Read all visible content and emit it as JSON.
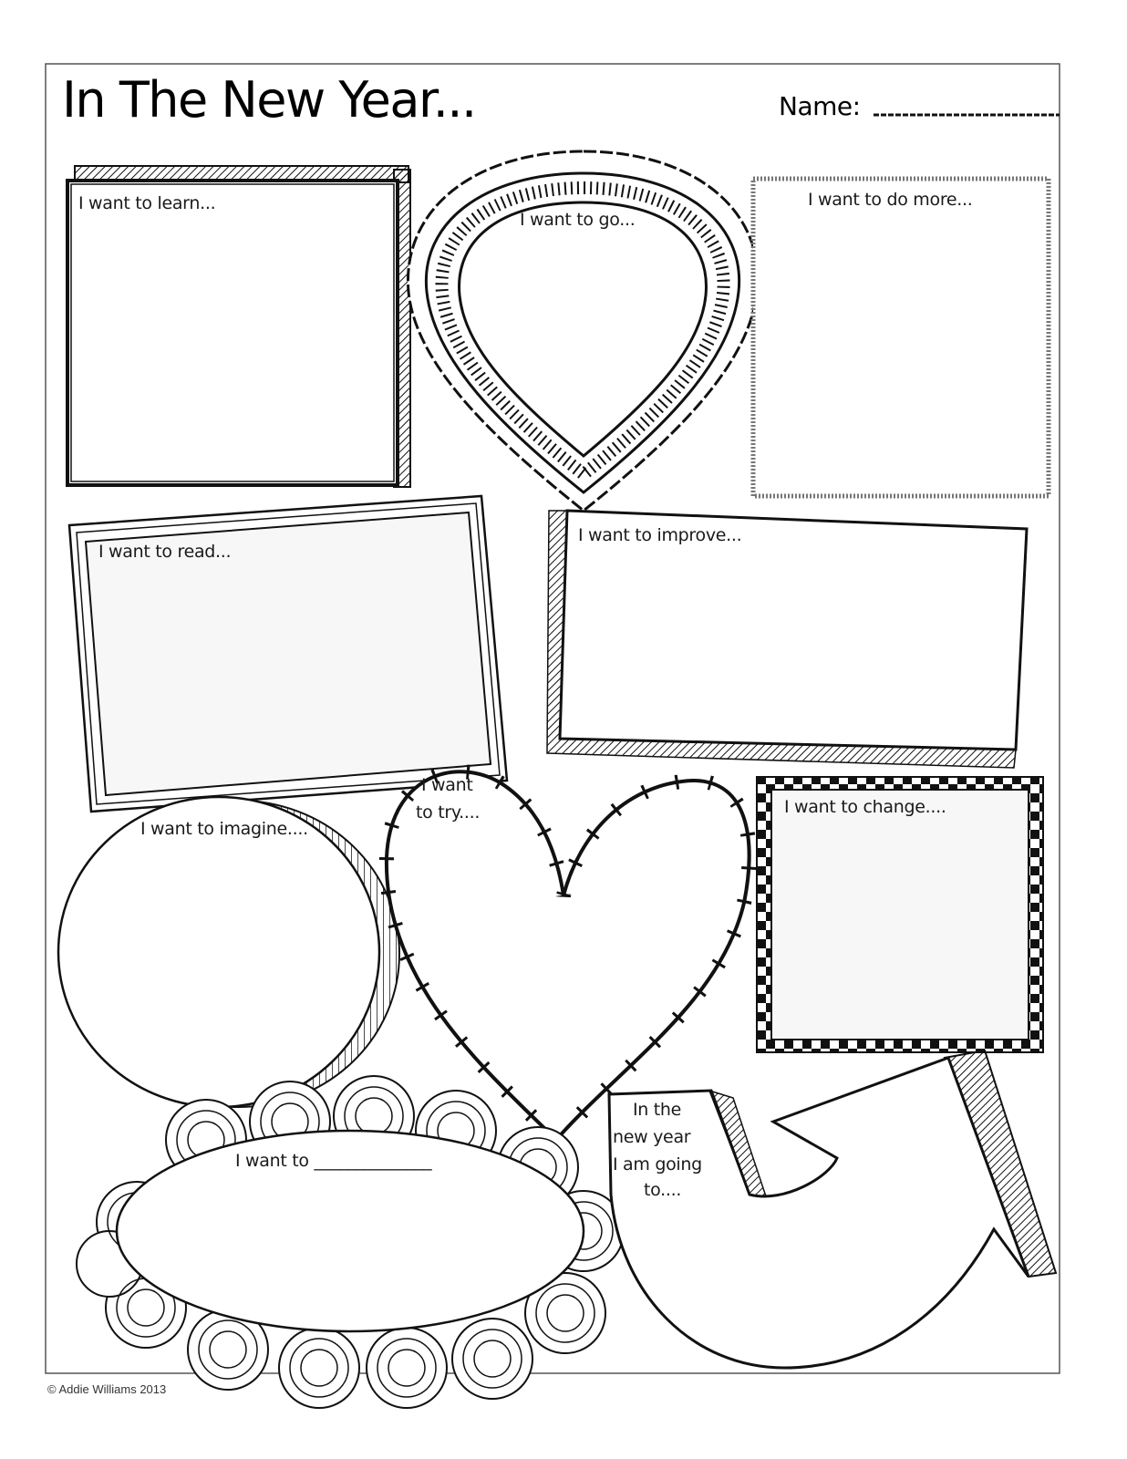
{
  "title": "In The New Year...",
  "name": {
    "label": "Name:"
  },
  "prompts": {
    "learn": "I want to learn...",
    "go": "I want to go...",
    "do_more": "I want to do more...",
    "read": "I want to read...",
    "improve": "I want to improve...",
    "try_line1": "I want",
    "try_line2": "to try....",
    "imagine": "I want to imagine....",
    "change": "I want to change....",
    "blank": "I want to ______________",
    "going_line1": "In the",
    "going_line2": "new year",
    "going_line3": "I am going",
    "going_line4": "to...."
  },
  "footer": {
    "copyright": "© Addie Williams 2013"
  },
  "colors": {
    "ink": "#111111",
    "fill_light": "#f7f7f7",
    "paper": "#ffffff"
  }
}
